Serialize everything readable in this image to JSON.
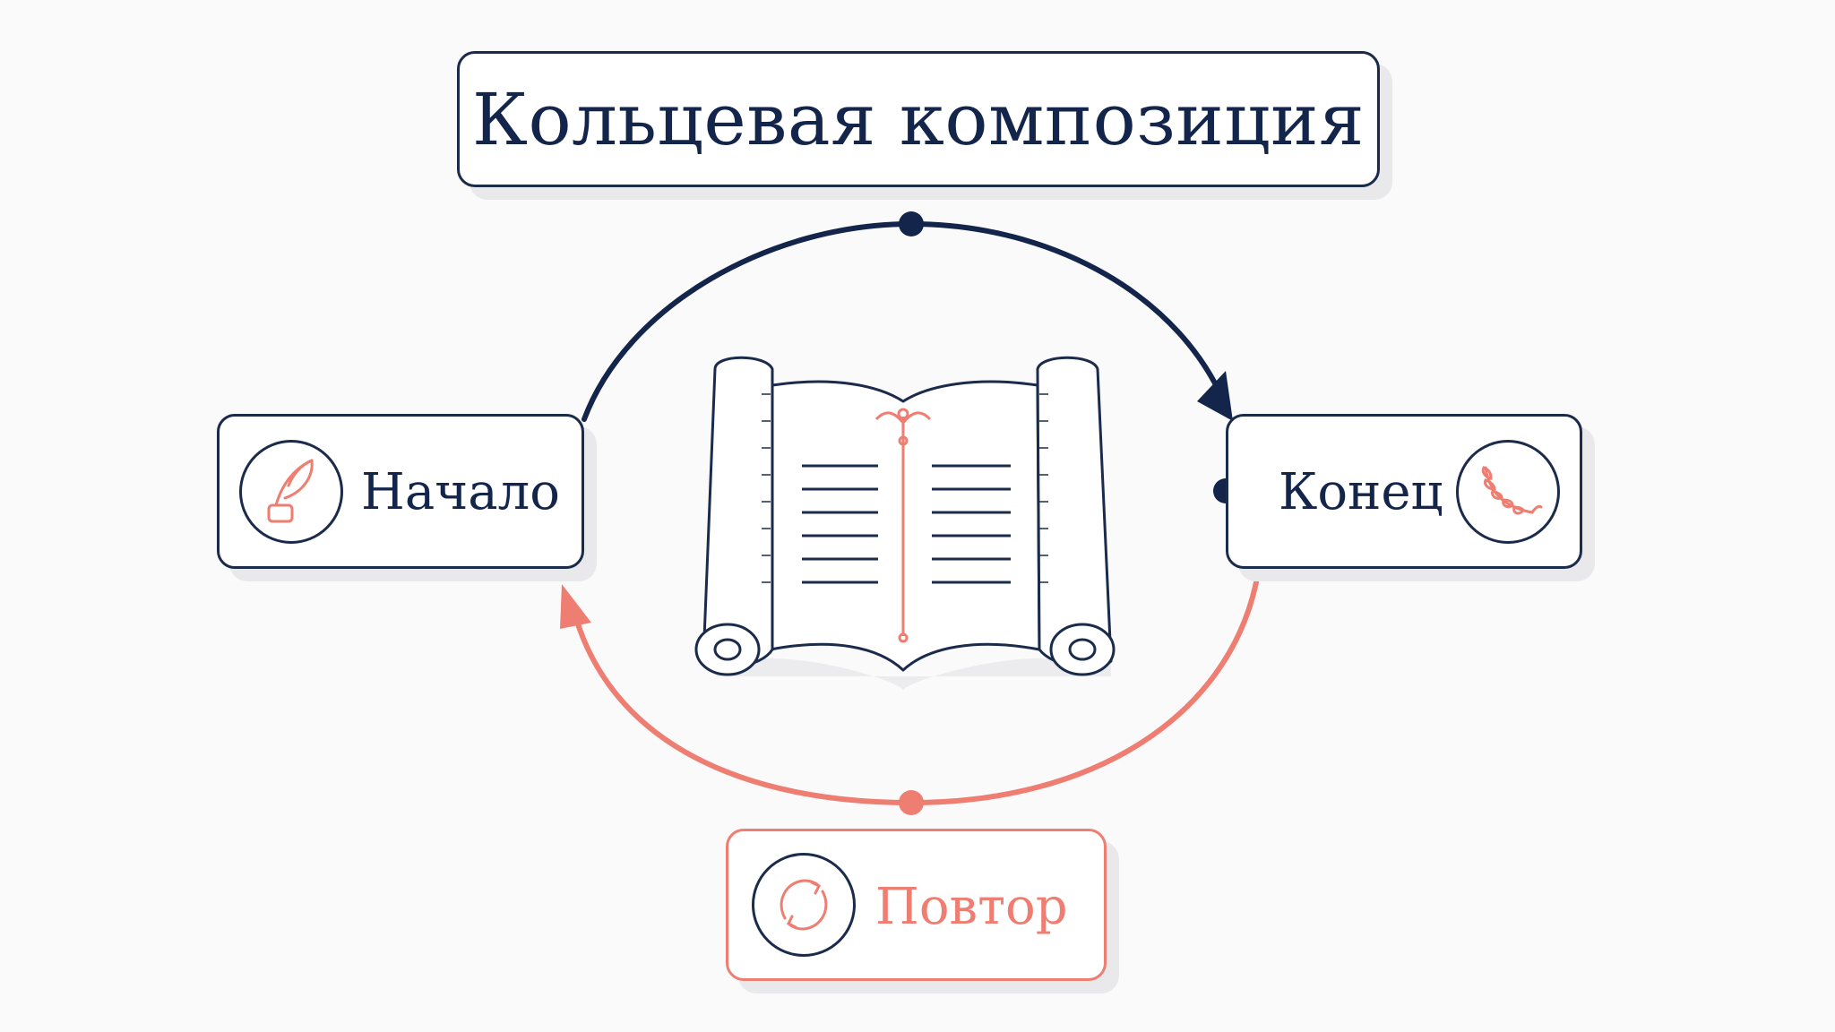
{
  "title": "Кольцевая композиция",
  "nodes": {
    "start": {
      "label": "Начало",
      "icon": "quill-inkwell-icon"
    },
    "end": {
      "label": "Конец",
      "icon": "laurel-branch-icon"
    },
    "repeat": {
      "label": "Повтор",
      "icon": "cycle-arrows-icon"
    }
  },
  "center": {
    "icon": "open-scroll-icon"
  },
  "colors": {
    "navy": "#1b2b4b",
    "coral": "#ef7e72",
    "background": "#fbfafa"
  }
}
